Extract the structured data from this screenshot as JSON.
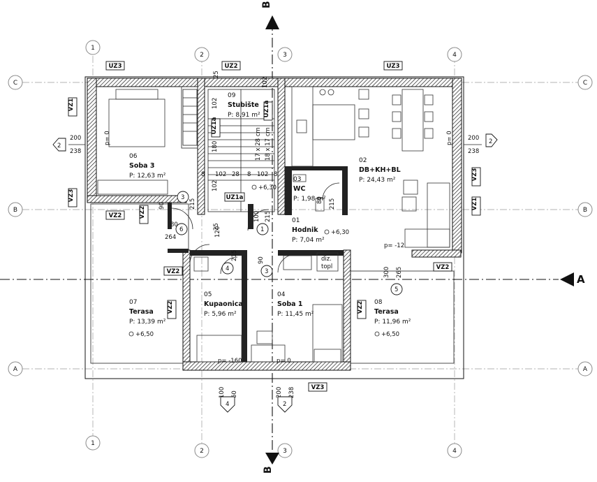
{
  "section_markers": {
    "top": "B",
    "bottom": "B",
    "right": "A"
  },
  "grid": {
    "columns": [
      "1",
      "2",
      "3",
      "4"
    ],
    "rows": [
      "C",
      "B",
      "A"
    ]
  },
  "wall_tags": [
    {
      "id": "uz3-top-left",
      "label": "UZ3"
    },
    {
      "id": "uz2-top",
      "label": "UZ2"
    },
    {
      "id": "uz3-top-right",
      "label": "UZ3"
    },
    {
      "id": "vz1-left",
      "label": "VZ1"
    },
    {
      "id": "vz3-left",
      "label": "VZ3"
    },
    {
      "id": "vz2-left-a",
      "label": "VZ2"
    },
    {
      "id": "vz2-left-b",
      "label": "VZ2"
    },
    {
      "id": "vz2-mid-left",
      "label": "VZ2"
    },
    {
      "id": "vz2-kup",
      "label": "VZ2"
    },
    {
      "id": "vz2-right",
      "label": "VZ2"
    },
    {
      "id": "vz2-right-b",
      "label": "VZ2"
    },
    {
      "id": "vz3-right",
      "label": "VZ3"
    },
    {
      "id": "vz1-right",
      "label": "VZ1"
    },
    {
      "id": "vz3-bottom",
      "label": "VZ3"
    },
    {
      "id": "uz1a-top",
      "label": "UZ1a"
    },
    {
      "id": "uz1a-mid",
      "label": "UZ1a"
    },
    {
      "id": "uz1a-bottom",
      "label": "UZ1a"
    }
  ],
  "rooms": [
    {
      "id": "soba3",
      "number": "06",
      "name": "Soba 3",
      "area": "P: 12,63 m²"
    },
    {
      "id": "stubiste",
      "number": "09",
      "name": "Stubište",
      "area": "P: 8,91 m²"
    },
    {
      "id": "dbkhbl",
      "number": "02",
      "name": "DB+KH+BL",
      "area": "P: 24,43 m²"
    },
    {
      "id": "wc",
      "number": "03",
      "name": "WC",
      "area": "P: 1,98 m²"
    },
    {
      "id": "hodnik",
      "number": "01",
      "name": "Hodnik",
      "area": "P: 7,04 m²"
    },
    {
      "id": "terasa07",
      "number": "07",
      "name": "Terasa",
      "area": "P: 13,39 m²"
    },
    {
      "id": "kupaonica",
      "number": "05",
      "name": "Kupaonica",
      "area": "P: 5,96 m²"
    },
    {
      "id": "soba1",
      "number": "04",
      "name": "Soba 1",
      "area": "P: 11,45 m²"
    },
    {
      "id": "terasa08",
      "number": "08",
      "name": "Terasa",
      "area": "P: 11,96 m²"
    }
  ],
  "levels": {
    "stair_landing": "+6,30",
    "hodnik": "+6,30",
    "terasa07": "+6,50",
    "terasa08": "+6,50"
  },
  "floor_marks": {
    "soba3": "p= 0",
    "dnevni": "p= 0",
    "right_terrace": "p= -12",
    "kupaonica": "p= -160",
    "soba1": "p= 0"
  },
  "stair_labels": [
    "17 x 28 cm",
    "18 x 17 cm"
  ],
  "labels": {
    "diz_topl_1": "diz.",
    "diz_topl_2": "topl"
  },
  "dimensions": {
    "left_200": "200",
    "left_238": "238",
    "right_200": "200",
    "right_238": "238",
    "bottom_100": "100",
    "bottom_60": "60",
    "bottom_200": "200",
    "bottom_238": "238",
    "d25a": "25",
    "d25b": "25",
    "d102a": "102",
    "d102b": "102",
    "d102c": "102",
    "d102d": "102",
    "d102e": "102",
    "d180": "180",
    "d28": "28",
    "d8a": "8",
    "d8b": "8",
    "d8c": "8",
    "d90a": "90",
    "d90b": "90",
    "d215a": "215",
    "d215b": "215",
    "d215c": "215",
    "d215d": "215",
    "d80a": "80",
    "d80b": "80",
    "d264": "264",
    "d120": "120",
    "d100": "100",
    "d300": "300",
    "d265": "265"
  },
  "detail_marks": {
    "left_2": "2",
    "right_2": "2",
    "bottom_4": "4",
    "bottom_2": "2",
    "d3a": "3",
    "d3b": "3",
    "d1": "1",
    "d6": "6",
    "d4": "4",
    "d5": "5"
  }
}
